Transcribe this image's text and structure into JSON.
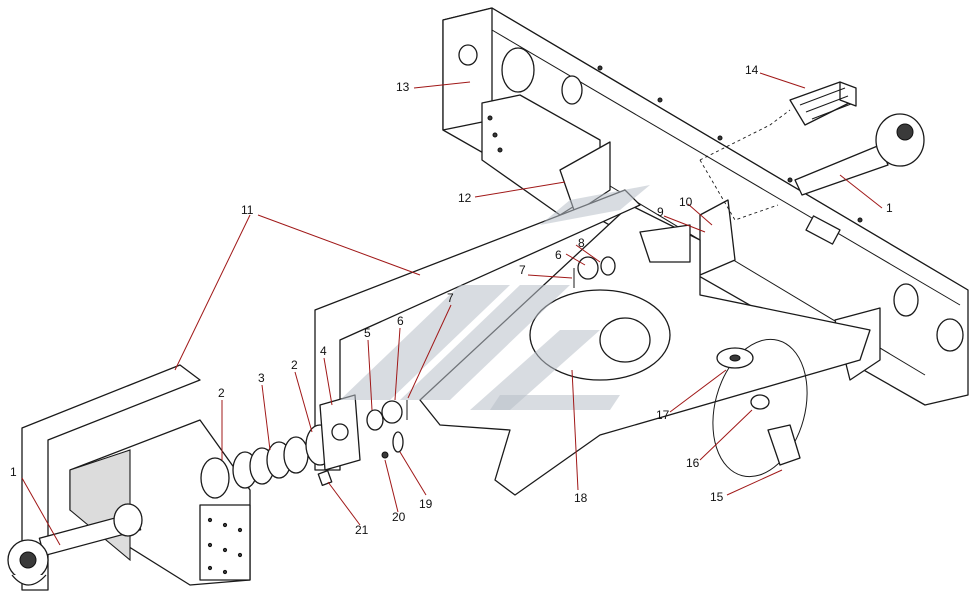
{
  "diagram": {
    "title": "",
    "watermark_colors": {
      "fill": "#b8c0c8"
    },
    "line_color": "#1a1a1a",
    "leader_color": "#a01818",
    "callouts": [
      {
        "id": "c1a",
        "label": "1"
      },
      {
        "id": "c1b",
        "label": "1"
      },
      {
        "id": "c2a",
        "label": "2"
      },
      {
        "id": "c2b",
        "label": "2"
      },
      {
        "id": "c3",
        "label": "3"
      },
      {
        "id": "c4",
        "label": "4"
      },
      {
        "id": "c5",
        "label": "5"
      },
      {
        "id": "c6a",
        "label": "6"
      },
      {
        "id": "c6b",
        "label": "6"
      },
      {
        "id": "c7a",
        "label": "7"
      },
      {
        "id": "c7b",
        "label": "7"
      },
      {
        "id": "c8",
        "label": "8"
      },
      {
        "id": "c9",
        "label": "9"
      },
      {
        "id": "c10",
        "label": "10"
      },
      {
        "id": "c11",
        "label": "11"
      },
      {
        "id": "c12",
        "label": "12"
      },
      {
        "id": "c13",
        "label": "13"
      },
      {
        "id": "c14",
        "label": "14"
      },
      {
        "id": "c15",
        "label": "15"
      },
      {
        "id": "c16",
        "label": "16"
      },
      {
        "id": "c17",
        "label": "17"
      },
      {
        "id": "c18",
        "label": "18"
      },
      {
        "id": "c19",
        "label": "19"
      },
      {
        "id": "c20",
        "label": "20"
      },
      {
        "id": "c21",
        "label": "21"
      }
    ]
  }
}
